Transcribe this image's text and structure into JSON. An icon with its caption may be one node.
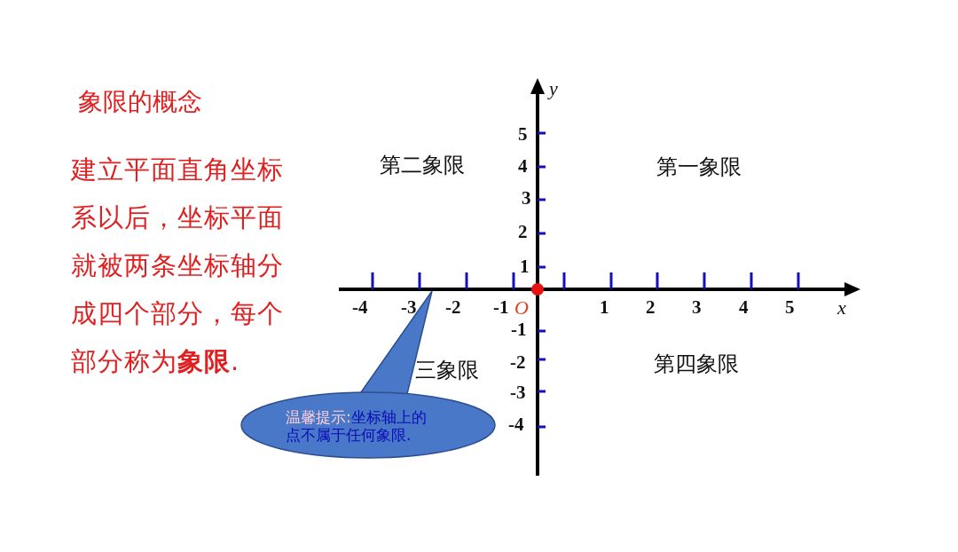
{
  "diagram": {
    "title": "象限的概念",
    "nodes": [
      {
        "text": [
          "温馨提示:",
          "坐标轴上的点不属于任何象限."
        ]
      }
    ],
    "labels": [
      "建立平面直角坐标系以后，坐标平面就被两条坐标轴分成四个部分，每个部分称为**象限**.",
      "第二象限",
      "第一象限",
      "三象限",
      "第四象限",
      "y",
      "5",
      "4",
      "3",
      "2",
      "1",
      "-4",
      "-3",
      "-2",
      "-1",
      "O",
      "1",
      "2",
      "3",
      "4",
      "5",
      "x",
      "-1",
      "-2",
      "-3",
      "-4"
    ]
  }
}
